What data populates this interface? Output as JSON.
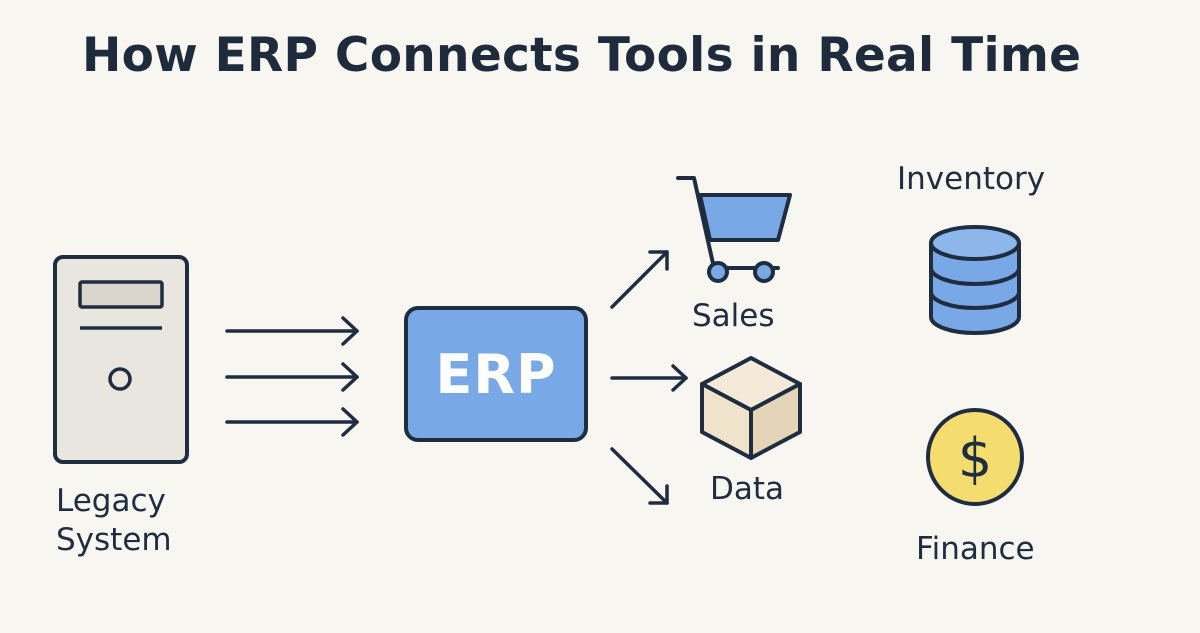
{
  "title": "How ERP Connects Tools in Real Time",
  "nodes": {
    "legacy": {
      "line1": "Legacy",
      "line2": "System",
      "icon": "server-tower-icon"
    },
    "erp": {
      "label": "ERP"
    },
    "sales": {
      "label": "Sales",
      "icon": "shopping-cart-icon"
    },
    "data": {
      "label": "Data",
      "icon": "box-icon"
    },
    "inventory": {
      "label": "Inventory",
      "icon": "database-icon"
    },
    "finance": {
      "label": "Finance",
      "icon": "dollar-coin-icon"
    }
  },
  "colors": {
    "background": "#f8f6f1",
    "ink": "#1f2d40",
    "erp_fill": "#78a9e6",
    "server_fill": "#e9e6df",
    "cart_fill": "#78a9e6",
    "database_fill": "#78a9e6",
    "box_fill": "#efe3cc",
    "coin_fill": "#f5dc6e"
  }
}
